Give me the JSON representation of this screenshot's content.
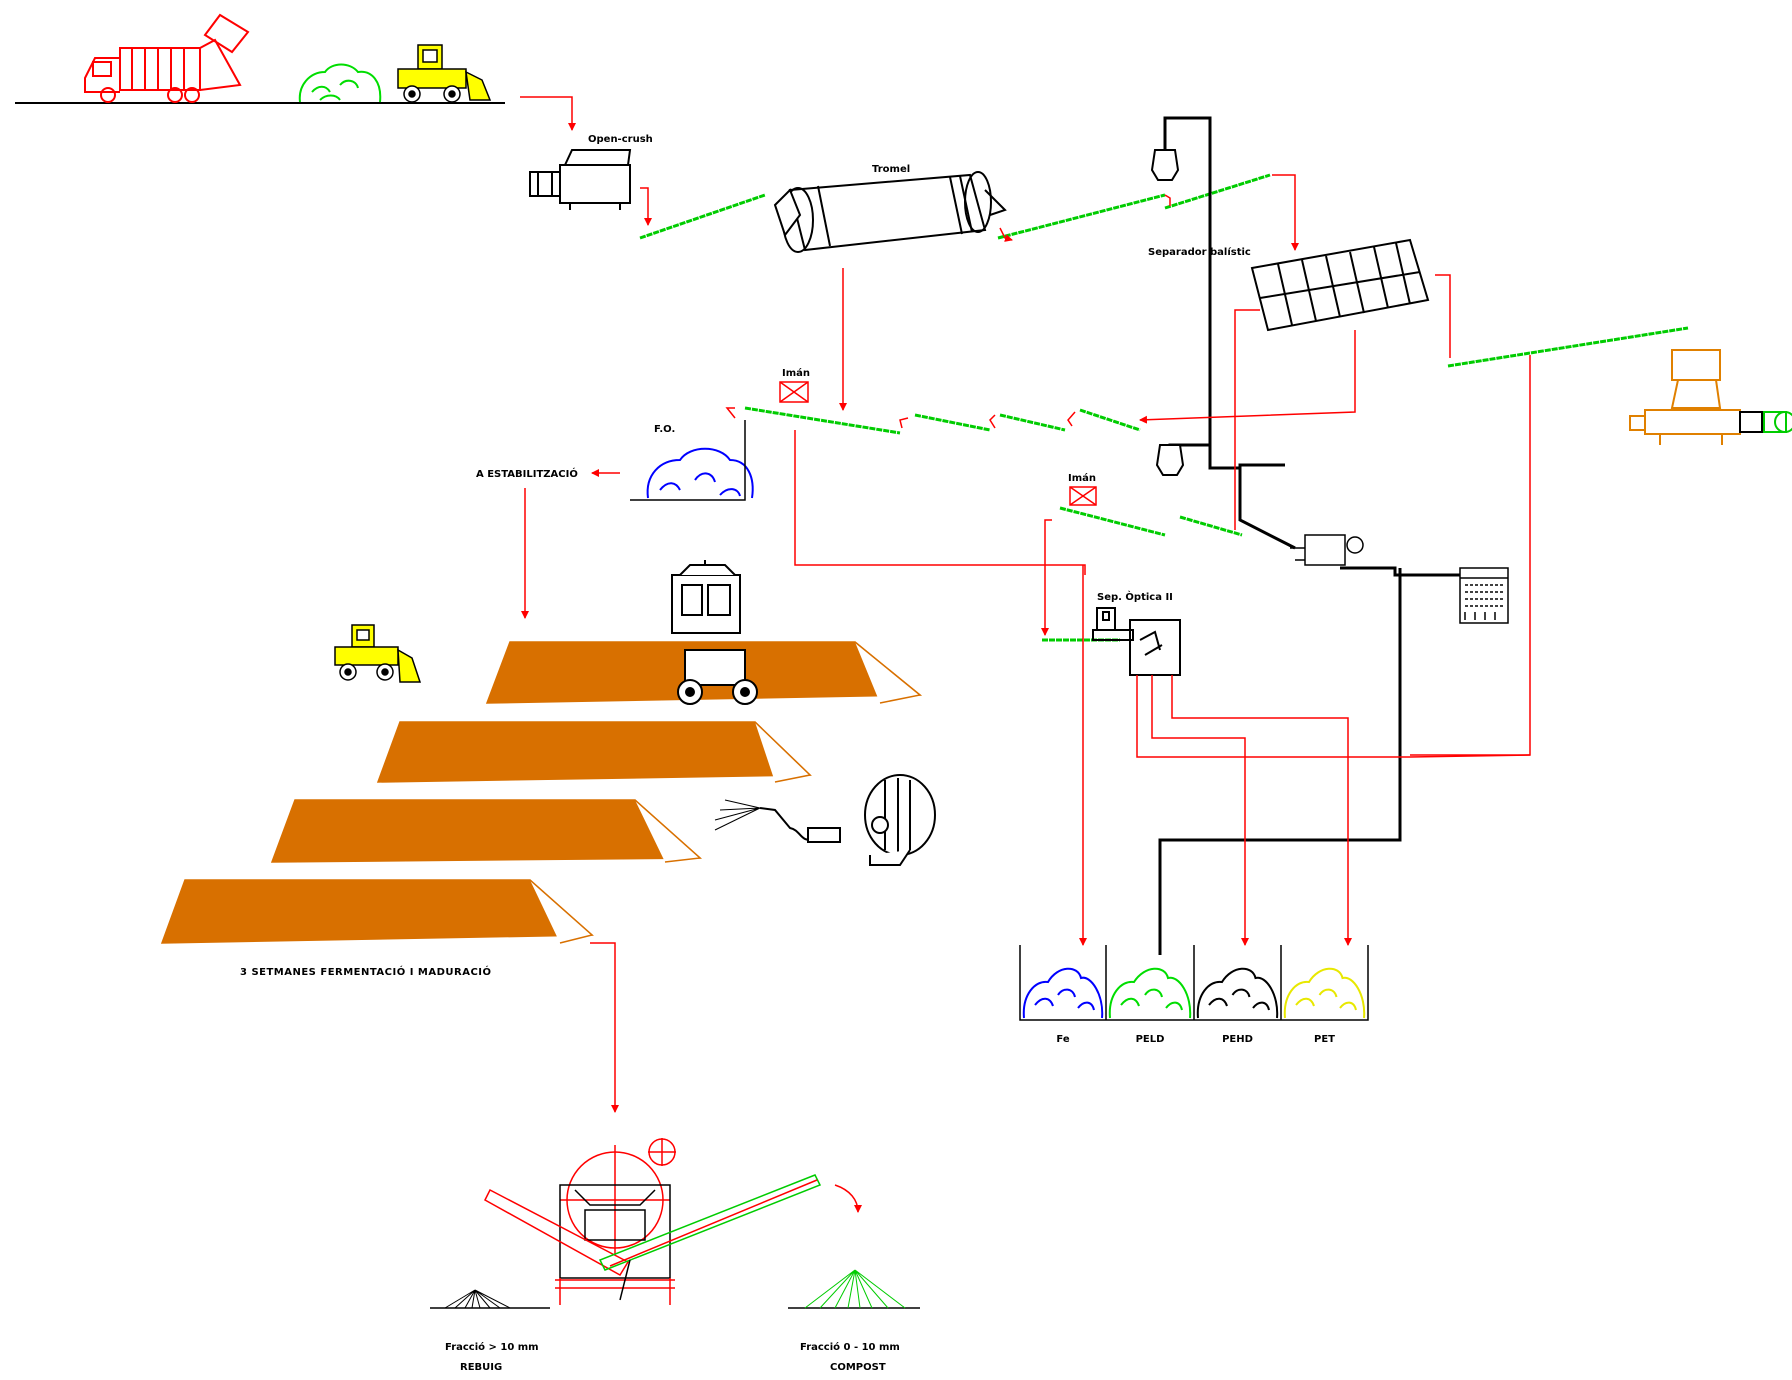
{
  "labels": {
    "open_crush": "Open-crush",
    "tromel": "Tromel",
    "separador_balistic": "Separador balístic",
    "iman_1": "Imán",
    "iman_2": "Imán",
    "fo": "F.O.",
    "a_estabilitzacio": "A ESTABILITZACIÓ",
    "sep_optica": "Sep. Òptica II",
    "fermentacio": "3 SETMANES FERMENTACIÓ I MADURACIÓ",
    "fraccio_gt": "Fracció > 10 mm",
    "rebuig": "REBUIG",
    "fraccio_0_10": "Fracció 0 - 10 mm",
    "compost": "COMPOST"
  },
  "bins": [
    {
      "label": "Fe",
      "color": "#0000ff"
    },
    {
      "label": "PELD",
      "color": "#00dd00"
    },
    {
      "label": "PEHD",
      "color": "#000000"
    },
    {
      "label": "PET",
      "color": "#e8e800"
    }
  ],
  "colors": {
    "flow": "#ff0000",
    "conveyor": "#00cc00",
    "air": "#000000",
    "pile": "#d87000",
    "baler": "#e08000",
    "loader": "#ffff00",
    "fo_pile": "#0000ff"
  }
}
